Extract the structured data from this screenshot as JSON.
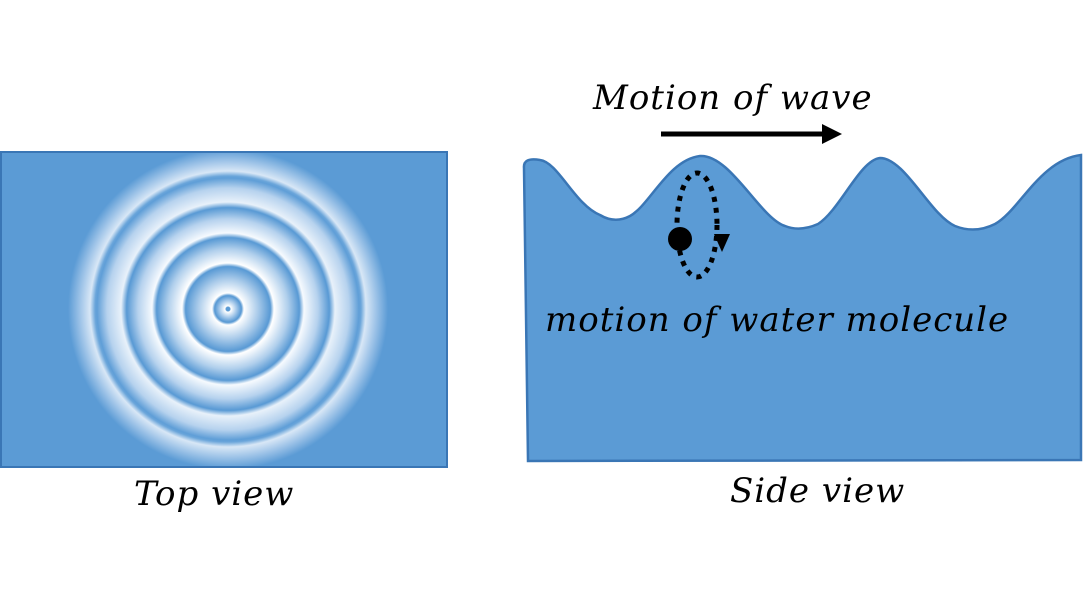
{
  "figure": {
    "left_panel": {
      "caption": "Top view",
      "description": "concentric circular ripples on water surface",
      "fill_color": "#5b9bd5",
      "border_color": "#3a76b5",
      "ring_highlight_color": "#ffffff",
      "ring_count": 5
    },
    "right_panel": {
      "caption": "Side view",
      "fill_color": "#5b9bd5",
      "border_color": "#3a76b5",
      "wave_direction_label": "Motion of wave",
      "wave_direction_icon": "right-arrow-icon",
      "molecule_label": "motion of water molecule",
      "molecule_icon": "water-molecule-dot-icon",
      "orbit_icon": "dotted-elliptical-orbit-icon",
      "orbit_direction": "clockwise"
    }
  }
}
